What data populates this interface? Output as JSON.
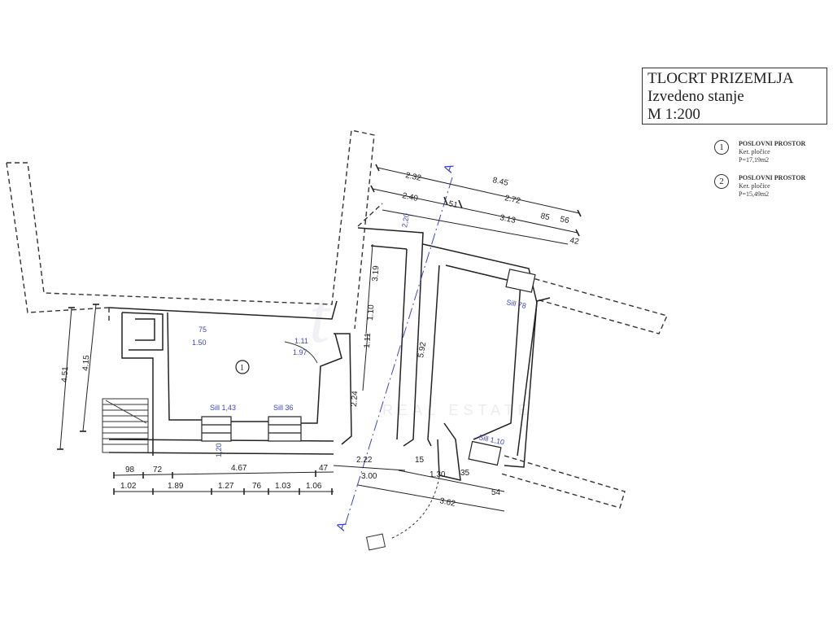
{
  "title": {
    "line1": "TLOCRT PRIZEMLJA",
    "line2": "Izvedeno stanje",
    "line3": "M 1:200"
  },
  "legend": [
    {
      "num": "1",
      "name": "POSLOVNI PROSTOR",
      "finish": "Ker. pločice",
      "area": "P=17,19m2"
    },
    {
      "num": "2",
      "name": "POSLOVNI PROSTOR",
      "finish": "Ker. pločice",
      "area": "P=15,49m2"
    }
  ],
  "room_label": "1",
  "section_label": "A",
  "dims": {
    "top_845": "8.45",
    "top_232": "2.32",
    "top_240": "2.40",
    "top_272": "2.72",
    "top_51": "51",
    "top_313": "3.13",
    "top_85": "85",
    "top_56": "56",
    "top_42": "42",
    "v_451": "4.51",
    "v_415": "4.15",
    "v_319": "3.19",
    "v_110": "1.10",
    "v_111": "1.11",
    "v_592": "5.92",
    "v_224": "2.24",
    "b_98": "98",
    "b_72": "72",
    "b_467": "4.67",
    "b_47": "47",
    "b_102": "1.02",
    "b_189": "1.89",
    "b_127": "1.27",
    "b_76": "76",
    "b_103": "1.03",
    "b_106": "1.06",
    "b_222": "2.22",
    "b_15": "15",
    "b_300": "3.00",
    "b_130": "1.30",
    "b_35": "35",
    "b_54": "54",
    "b_362": "3.62"
  },
  "blue_labels": {
    "w1": "75",
    "w1b": "1.50",
    "w2": "1.11",
    "w2b": "1.97",
    "sill1": "Sill 1,43",
    "sill2": "Sill 36",
    "sill3": "Sill 78",
    "sill4": "Sill 1,10",
    "v1": "1,20",
    "v2": "2,20"
  },
  "watermark": "REAL ESTATE"
}
